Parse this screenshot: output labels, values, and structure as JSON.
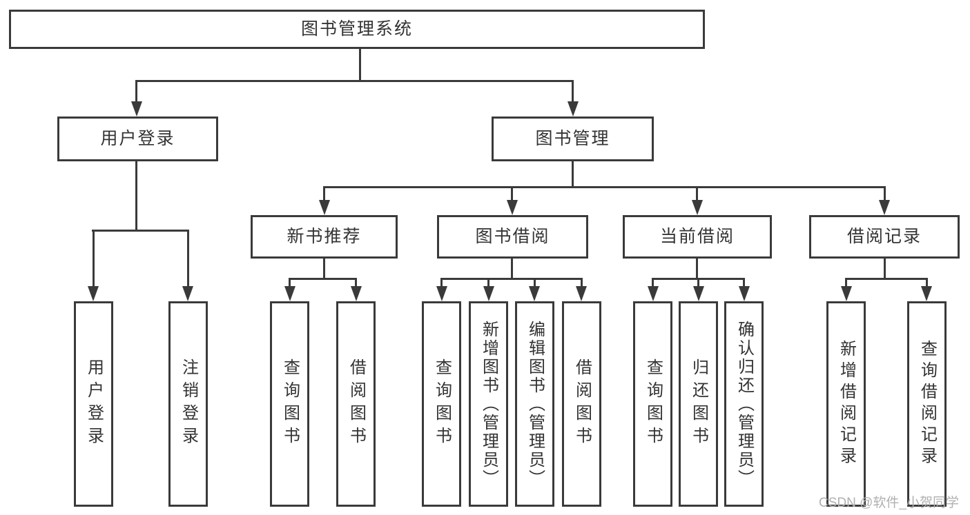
{
  "colors": {
    "line": "#3a3a3a",
    "text": "#333333",
    "background": "#ffffff",
    "watermark": "#b0b0b0"
  },
  "watermark": {
    "text": "CSDN @软件_小贺同学"
  },
  "tree": {
    "label": "图书管理系统",
    "children": [
      {
        "label": "用户登录",
        "children": [
          {
            "label": "用户登录"
          },
          {
            "label": "注销登录"
          }
        ]
      },
      {
        "label": "图书管理",
        "children": [
          {
            "label": "新书推荐",
            "children": [
              {
                "label": "查询图书"
              },
              {
                "label": "借阅图书"
              }
            ]
          },
          {
            "label": "图书借阅",
            "children": [
              {
                "label": "查询图书"
              },
              {
                "label": "新增图书（管理员）"
              },
              {
                "label": "编辑图书（管理员）"
              },
              {
                "label": "借阅图书"
              }
            ]
          },
          {
            "label": "当前借阅",
            "children": [
              {
                "label": "查询图书"
              },
              {
                "label": "归还图书"
              },
              {
                "label": "确认归还（管理员）"
              }
            ]
          },
          {
            "label": "借阅记录",
            "children": [
              {
                "label": "新增借阅记录"
              },
              {
                "label": "查询借阅记录"
              }
            ]
          }
        ]
      }
    ]
  }
}
